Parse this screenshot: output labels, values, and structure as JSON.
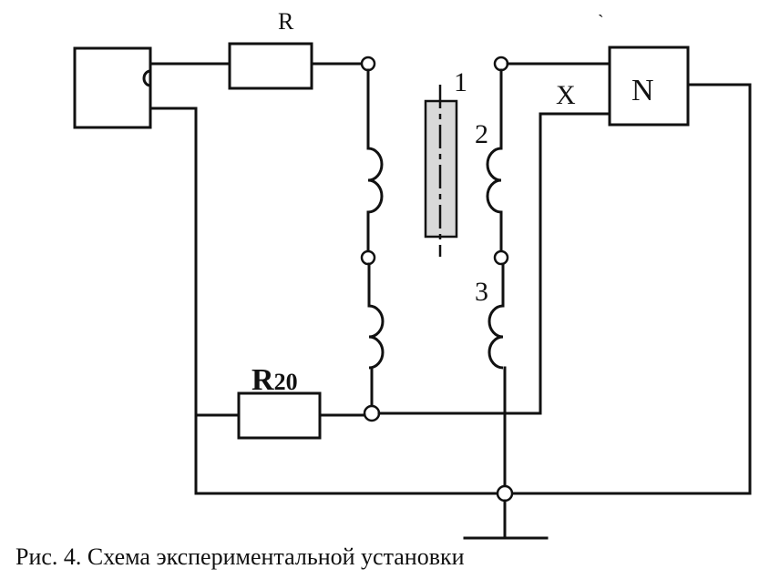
{
  "figure": {
    "caption": "Рис. 4. Схема экспериментальной установки"
  },
  "labels": {
    "resistor_r": "R",
    "resistor_r20_main": "R",
    "resistor_r20_sub": "20",
    "specimen": "1",
    "coil_2": "2",
    "coil_3": "3",
    "instrument_n": "N",
    "input_x": "X",
    "stray_mark": "ˋ"
  },
  "colors": {
    "line": "#111111",
    "specimen_fill": "#d9d9d9",
    "background": "#ffffff"
  }
}
